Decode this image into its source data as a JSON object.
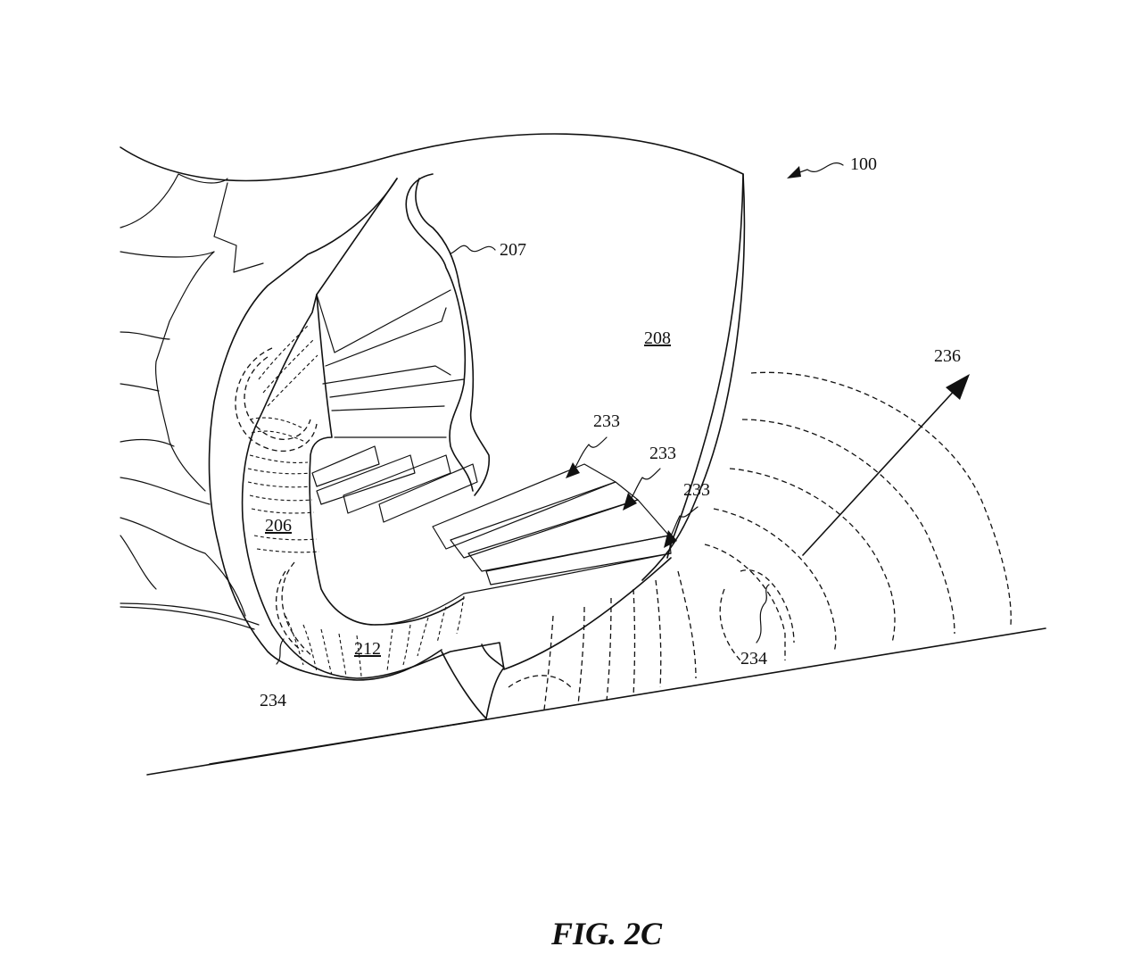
{
  "figure": {
    "caption": "FIG. 2C",
    "labels": {
      "ref_100": "100",
      "ref_207": "207",
      "ref_208": "208",
      "ref_236": "236",
      "ref_233_a": "233",
      "ref_233_b": "233",
      "ref_233_c": "233",
      "ref_206": "206",
      "ref_212": "212",
      "ref_234_left": "234",
      "ref_234_right": "234"
    }
  }
}
